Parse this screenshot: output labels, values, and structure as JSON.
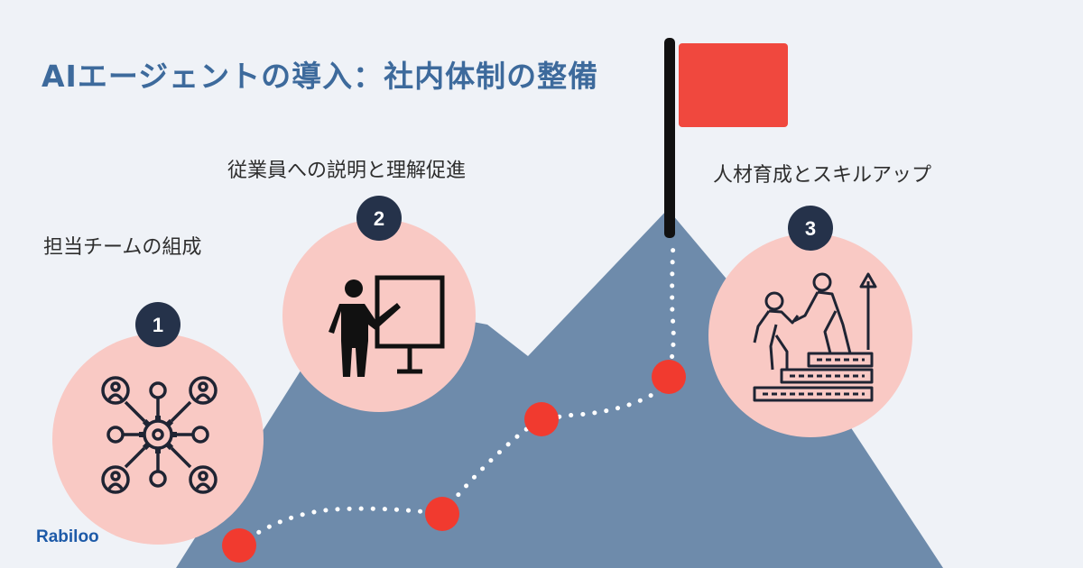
{
  "title": "AIエージェントの導入：社内体制の整備",
  "steps": [
    {
      "number": "1",
      "label": "担当チームの組成",
      "icon": "team-network-icon"
    },
    {
      "number": "2",
      "label": "従業員への説明と理解促進",
      "icon": "presentation-icon"
    },
    {
      "number": "3",
      "label": "人材育成とスキルアップ",
      "icon": "climbing-steps-icon"
    }
  ],
  "brand": "Rabiloo",
  "colors": {
    "background": "#eff2f7",
    "title": "#3d6a9c",
    "mountain": "#6e8bab",
    "circle": "#f9c9c4",
    "badge": "#25324a",
    "dot": "#f13a2f",
    "flag": "#f0483e",
    "logo": "#1d5aa8"
  }
}
